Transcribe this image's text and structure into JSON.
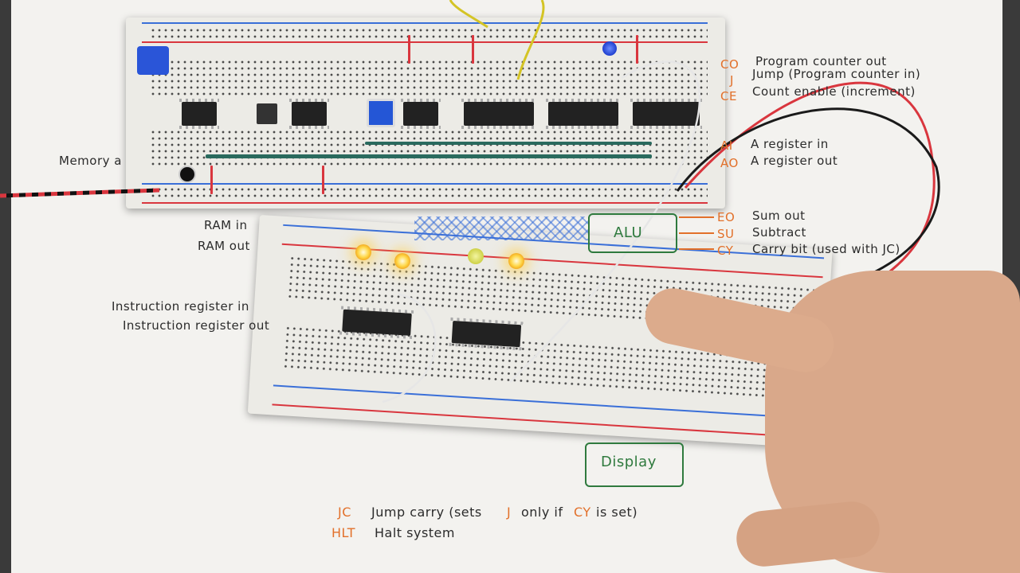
{
  "labels": {
    "memory": "Memory a",
    "ram_in": "RAM in",
    "ram_out": "RAM out",
    "ir_in": "Instruction register in",
    "ir_out": "Instruction register out",
    "program_counter_out": "Program counter out",
    "jump": "Jump (Program counter in)",
    "count_enable": "Count enable (increment)",
    "a_register_in": "A register in",
    "a_register_out": "A register out",
    "sum_out": "Sum out",
    "subtract": "Subtract",
    "carry_bit": "Carry bit (used with JC)",
    "code_co": "CO",
    "code_j": "J",
    "code_ce": "CE",
    "code_ai": "AI",
    "code_ao": "AO",
    "code_eo": "EO",
    "code_su": "SU",
    "code_cy": "CY",
    "alu": "ALU",
    "display": "Display",
    "jc_code": "JC",
    "jc_text": "Jump carry (sets",
    "jc_j": "J",
    "jc_mid": "only if",
    "jc_cy": "CY",
    "jc_end": "is set)",
    "hlt_code": "HLT",
    "hlt_text": "Halt system"
  },
  "colors": {
    "ink": "#2b2b2b",
    "orange": "#e2702a",
    "green": "#2f7a3e",
    "led_on": "#ffd84a"
  }
}
